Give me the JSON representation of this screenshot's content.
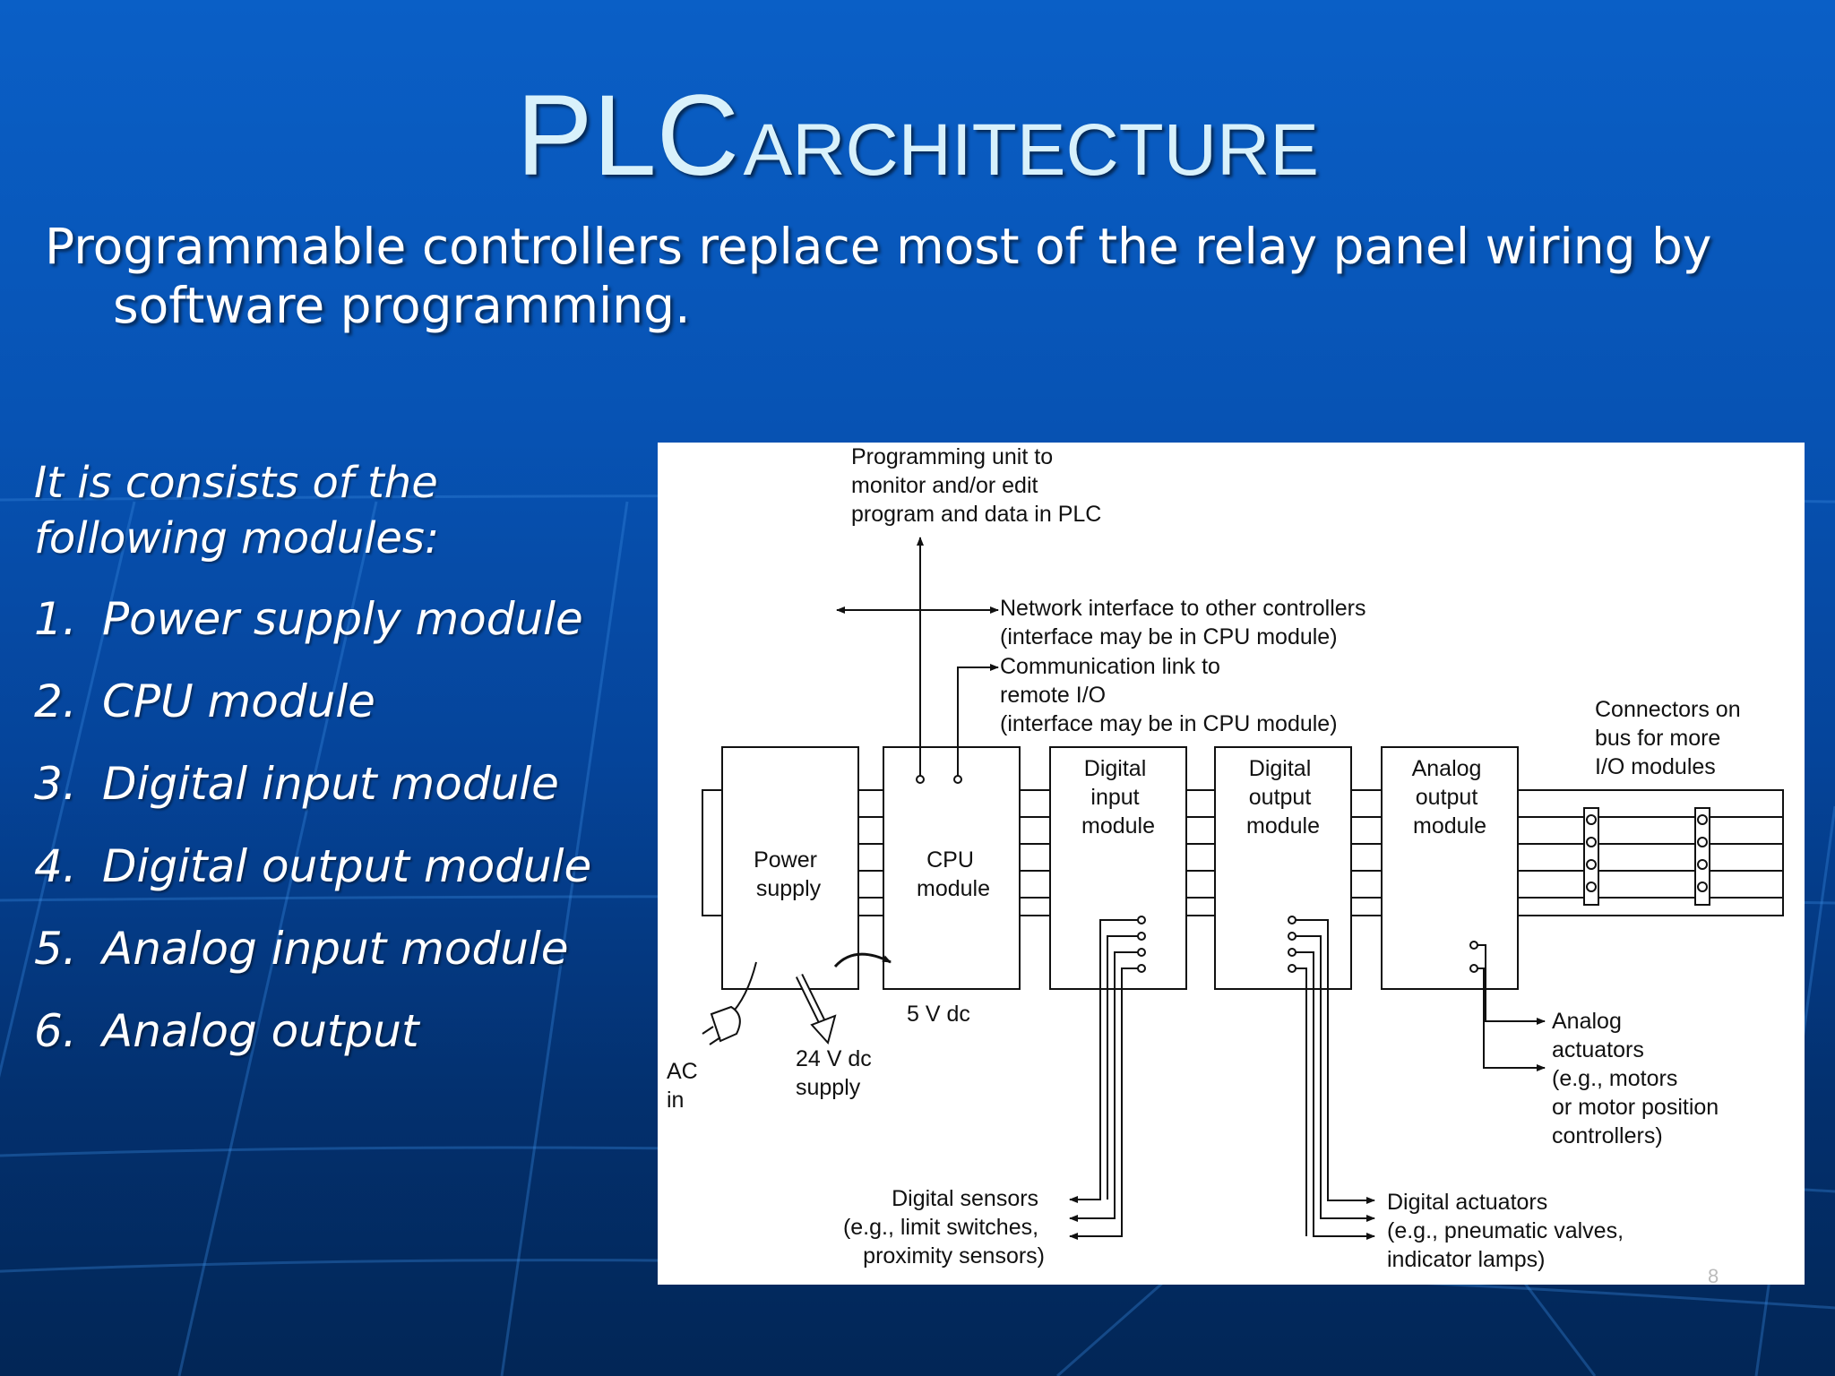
{
  "slide": {
    "title_main": "PLC",
    "title_rest": "ARCHITECTURE",
    "subtitle": "Programmable controllers replace most of the relay panel wiring by software programming.",
    "intro": "It is consists of the following modules:",
    "modules": [
      {
        "num": "1.",
        "label": "Power supply module"
      },
      {
        "num": "2.",
        "label": "CPU module"
      },
      {
        "num": "3.",
        "label": "Digital input module"
      },
      {
        "num": "4.",
        "label": "Digital output module"
      },
      {
        "num": "5.",
        "label": "Analog input module"
      },
      {
        "num": "6.",
        "label": "Analog output"
      }
    ],
    "slide_number": "8"
  },
  "diagram": {
    "programming_unit": [
      "Programming unit to",
      "monitor and/or edit",
      "program and data in PLC"
    ],
    "network_interface": [
      "Network interface to other controllers",
      "(interface may be in CPU module)"
    ],
    "comm_link": [
      "Communication link to",
      "remote I/O",
      "(interface may be in CPU module)"
    ],
    "connectors": [
      "Connectors on",
      "bus for more",
      "I/O modules"
    ],
    "power_supply": [
      "Power",
      "supply"
    ],
    "cpu_module": [
      "CPU",
      "module"
    ],
    "digital_input": [
      "Digital",
      "input",
      "module"
    ],
    "digital_output": [
      "Digital",
      "output",
      "module"
    ],
    "analog_output": [
      "Analog",
      "output",
      "module"
    ],
    "five_v": "5 V dc",
    "ac_in": [
      "AC",
      "in"
    ],
    "supply_24v": [
      "24 V dc",
      "supply"
    ],
    "analog_actuators": [
      "Analog",
      "actuators",
      "(e.g., motors",
      "or motor position",
      "controllers)"
    ],
    "digital_sensors": [
      "Digital sensors",
      "(e.g., limit switches,",
      "proximity sensors)"
    ],
    "digital_actuators": [
      "Digital actuators",
      "(e.g., pneumatic valves,",
      "indicator lamps)"
    ]
  }
}
